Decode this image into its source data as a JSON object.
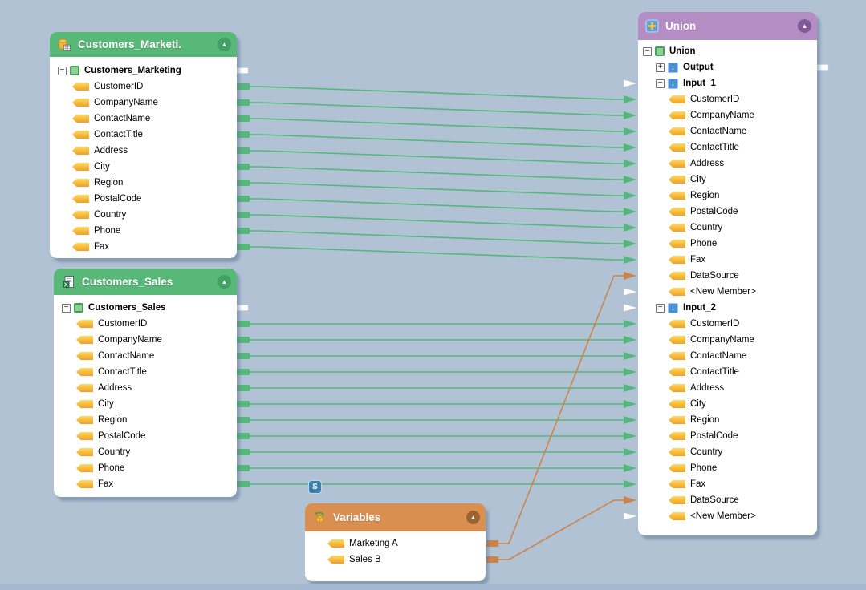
{
  "canvas": {
    "background": "#b1c2d5",
    "bottom_strip": "#a3b8ce"
  },
  "badge": {
    "label": "S"
  },
  "palette": {
    "green": "#54b87a",
    "orange": "#cc8449",
    "white": "#ffffff"
  },
  "components": {
    "customers_marketing": {
      "title": "Customers_Marketi.",
      "icon": "database-icon",
      "header_color": "#57b877",
      "header_dark": "#3fa163",
      "rows": [
        {
          "id": "root",
          "label": "Customers_Marketing",
          "kind": "table",
          "level": 0,
          "bold": true,
          "expand": "minus",
          "out": "white"
        },
        {
          "label": "CustomerID",
          "kind": "field",
          "level": 1,
          "out": "green"
        },
        {
          "label": "CompanyName",
          "kind": "field",
          "level": 1,
          "out": "green"
        },
        {
          "label": "ContactName",
          "kind": "field",
          "level": 1,
          "out": "green"
        },
        {
          "label": "ContactTitle",
          "kind": "field",
          "level": 1,
          "out": "green"
        },
        {
          "label": "Address",
          "kind": "field",
          "level": 1,
          "out": "green"
        },
        {
          "label": "City",
          "kind": "field",
          "level": 1,
          "out": "green"
        },
        {
          "label": "Region",
          "kind": "field",
          "level": 1,
          "out": "green"
        },
        {
          "label": "PostalCode",
          "kind": "field",
          "level": 1,
          "out": "green"
        },
        {
          "label": "Country",
          "kind": "field",
          "level": 1,
          "out": "green"
        },
        {
          "label": "Phone",
          "kind": "field",
          "level": 1,
          "out": "green"
        },
        {
          "label": "Fax",
          "kind": "field",
          "level": 1,
          "out": "green"
        }
      ]
    },
    "customers_sales": {
      "title": "Customers_Sales",
      "icon": "excel-icon",
      "header_color": "#57b877",
      "header_dark": "#3fa163",
      "rows": [
        {
          "id": "root",
          "label": "Customers_Sales",
          "kind": "table",
          "level": 0,
          "bold": true,
          "expand": "minus",
          "out": "white"
        },
        {
          "label": "CustomerID",
          "kind": "field",
          "level": 1,
          "out": "green"
        },
        {
          "label": "CompanyName",
          "kind": "field",
          "level": 1,
          "out": "green"
        },
        {
          "label": "ContactName",
          "kind": "field",
          "level": 1,
          "out": "green"
        },
        {
          "label": "ContactTitle",
          "kind": "field",
          "level": 1,
          "out": "green"
        },
        {
          "label": "Address",
          "kind": "field",
          "level": 1,
          "out": "green"
        },
        {
          "label": "City",
          "kind": "field",
          "level": 1,
          "out": "green"
        },
        {
          "label": "Region",
          "kind": "field",
          "level": 1,
          "out": "green"
        },
        {
          "label": "PostalCode",
          "kind": "field",
          "level": 1,
          "out": "green"
        },
        {
          "label": "Country",
          "kind": "field",
          "level": 1,
          "out": "green"
        },
        {
          "label": "Phone",
          "kind": "field",
          "level": 1,
          "out": "green"
        },
        {
          "label": "Fax",
          "kind": "field",
          "level": 1,
          "out": "green"
        }
      ]
    },
    "variables": {
      "title": "Variables",
      "icon": "variable-icon",
      "header_color": "#d98f50",
      "header_dark": "#9c6231",
      "rows": [
        {
          "label": "Marketing A",
          "kind": "field",
          "level": 0,
          "out": "orange"
        },
        {
          "label": "Sales B",
          "kind": "field",
          "level": 0,
          "out": "orange"
        }
      ]
    },
    "union": {
      "title": "Union",
      "icon": "union-icon",
      "header_color": "#b38dc3",
      "header_dark": "#7f5a97",
      "rows": [
        {
          "id": "root",
          "label": "Union",
          "kind": "table",
          "level": 0,
          "bold": true,
          "expand": "minus"
        },
        {
          "id": "output",
          "label": "Output",
          "kind": "node",
          "level": 1,
          "bold": true,
          "expand": "plus",
          "out": "white"
        },
        {
          "id": "i1",
          "label": "Input_1",
          "kind": "node",
          "level": 1,
          "bold": true,
          "expand": "minus",
          "in": "white"
        },
        {
          "id": "i1-CustomerID",
          "label": "CustomerID",
          "kind": "field",
          "level": 2,
          "in": "green"
        },
        {
          "id": "i1-CompanyName",
          "label": "CompanyName",
          "kind": "field",
          "level": 2,
          "in": "green"
        },
        {
          "id": "i1-ContactName",
          "label": "ContactName",
          "kind": "field",
          "level": 2,
          "in": "green"
        },
        {
          "id": "i1-ContactTitle",
          "label": "ContactTitle",
          "kind": "field",
          "level": 2,
          "in": "green"
        },
        {
          "id": "i1-Address",
          "label": "Address",
          "kind": "field",
          "level": 2,
          "in": "green"
        },
        {
          "id": "i1-City",
          "label": "City",
          "kind": "field",
          "level": 2,
          "in": "green"
        },
        {
          "id": "i1-Region",
          "label": "Region",
          "kind": "field",
          "level": 2,
          "in": "green"
        },
        {
          "id": "i1-PostalCode",
          "label": "PostalCode",
          "kind": "field",
          "level": 2,
          "in": "green"
        },
        {
          "id": "i1-Country",
          "label": "Country",
          "kind": "field",
          "level": 2,
          "in": "green"
        },
        {
          "id": "i1-Phone",
          "label": "Phone",
          "kind": "field",
          "level": 2,
          "in": "green"
        },
        {
          "id": "i1-Fax",
          "label": "Fax",
          "kind": "field",
          "level": 2,
          "in": "green"
        },
        {
          "id": "i1-DataSource",
          "label": "DataSource",
          "kind": "field",
          "level": 2,
          "in": "orange"
        },
        {
          "id": "i1-NewMember",
          "label": "<New Member>",
          "kind": "field",
          "level": 2,
          "in": "white"
        },
        {
          "id": "i2",
          "label": "Input_2",
          "kind": "node",
          "level": 1,
          "bold": true,
          "expand": "minus",
          "in": "white"
        },
        {
          "id": "i2-CustomerID",
          "label": "CustomerID",
          "kind": "field",
          "level": 2,
          "in": "green"
        },
        {
          "id": "i2-CompanyName",
          "label": "CompanyName",
          "kind": "field",
          "level": 2,
          "in": "green"
        },
        {
          "id": "i2-ContactName",
          "label": "ContactName",
          "kind": "field",
          "level": 2,
          "in": "green"
        },
        {
          "id": "i2-ContactTitle",
          "label": "ContactTitle",
          "kind": "field",
          "level": 2,
          "in": "green"
        },
        {
          "id": "i2-Address",
          "label": "Address",
          "kind": "field",
          "level": 2,
          "in": "green"
        },
        {
          "id": "i2-City",
          "label": "City",
          "kind": "field",
          "level": 2,
          "in": "green"
        },
        {
          "id": "i2-Region",
          "label": "Region",
          "kind": "field",
          "level": 2,
          "in": "green"
        },
        {
          "id": "i2-PostalCode",
          "label": "PostalCode",
          "kind": "field",
          "level": 2,
          "in": "green"
        },
        {
          "id": "i2-Country",
          "label": "Country",
          "kind": "field",
          "level": 2,
          "in": "green"
        },
        {
          "id": "i2-Phone",
          "label": "Phone",
          "kind": "field",
          "level": 2,
          "in": "green"
        },
        {
          "id": "i2-Fax",
          "label": "Fax",
          "kind": "field",
          "level": 2,
          "in": "green"
        },
        {
          "id": "i2-DataSource",
          "label": "DataSource",
          "kind": "field",
          "level": 2,
          "in": "orange"
        },
        {
          "id": "i2-NewMember",
          "label": "<New Member>",
          "kind": "field",
          "level": 2,
          "in": "white"
        }
      ]
    }
  },
  "connections": [
    {
      "from": "customers_marketing:CustomerID",
      "to": "union:i1-CustomerID",
      "color": "green"
    },
    {
      "from": "customers_marketing:CompanyName",
      "to": "union:i1-CompanyName",
      "color": "green"
    },
    {
      "from": "customers_marketing:ContactName",
      "to": "union:i1-ContactName",
      "color": "green"
    },
    {
      "from": "customers_marketing:ContactTitle",
      "to": "union:i1-ContactTitle",
      "color": "green"
    },
    {
      "from": "customers_marketing:Address",
      "to": "union:i1-Address",
      "color": "green"
    },
    {
      "from": "customers_marketing:City",
      "to": "union:i1-City",
      "color": "green"
    },
    {
      "from": "customers_marketing:Region",
      "to": "union:i1-Region",
      "color": "green"
    },
    {
      "from": "customers_marketing:PostalCode",
      "to": "union:i1-PostalCode",
      "color": "green"
    },
    {
      "from": "customers_marketing:Country",
      "to": "union:i1-Country",
      "color": "green"
    },
    {
      "from": "customers_marketing:Phone",
      "to": "union:i1-Phone",
      "color": "green"
    },
    {
      "from": "customers_marketing:Fax",
      "to": "union:i1-Fax",
      "color": "green"
    },
    {
      "from": "customers_sales:CustomerID",
      "to": "union:i2-CustomerID",
      "color": "green"
    },
    {
      "from": "customers_sales:CompanyName",
      "to": "union:i2-CompanyName",
      "color": "green"
    },
    {
      "from": "customers_sales:ContactName",
      "to": "union:i2-ContactName",
      "color": "green"
    },
    {
      "from": "customers_sales:ContactTitle",
      "to": "union:i2-ContactTitle",
      "color": "green"
    },
    {
      "from": "customers_sales:Address",
      "to": "union:i2-Address",
      "color": "green"
    },
    {
      "from": "customers_sales:City",
      "to": "union:i2-City",
      "color": "green"
    },
    {
      "from": "customers_sales:Region",
      "to": "union:i2-Region",
      "color": "green"
    },
    {
      "from": "customers_sales:PostalCode",
      "to": "union:i2-PostalCode",
      "color": "green"
    },
    {
      "from": "customers_sales:Country",
      "to": "union:i2-Country",
      "color": "green"
    },
    {
      "from": "customers_sales:Phone",
      "to": "union:i2-Phone",
      "color": "green"
    },
    {
      "from": "customers_sales:Fax",
      "to": "union:i2-Fax",
      "color": "green"
    },
    {
      "from": "variables:Marketing A",
      "to": "union:i1-DataSource",
      "color": "orange"
    },
    {
      "from": "variables:Sales B",
      "to": "union:i2-DataSource",
      "color": "orange"
    }
  ]
}
